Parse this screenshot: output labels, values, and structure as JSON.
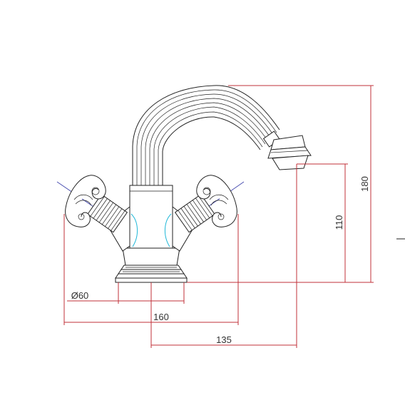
{
  "drawing": {
    "dimensions": {
      "height_total": "180",
      "spout_height": "110",
      "base_diameter": "Ø60",
      "handle_span": "160",
      "spout_reach": "135"
    },
    "colors": {
      "outline": "#222222",
      "dimension_line": "#c0303a",
      "center_line": "#4a4fb0",
      "hidden_edge": "#22b8d8"
    }
  }
}
